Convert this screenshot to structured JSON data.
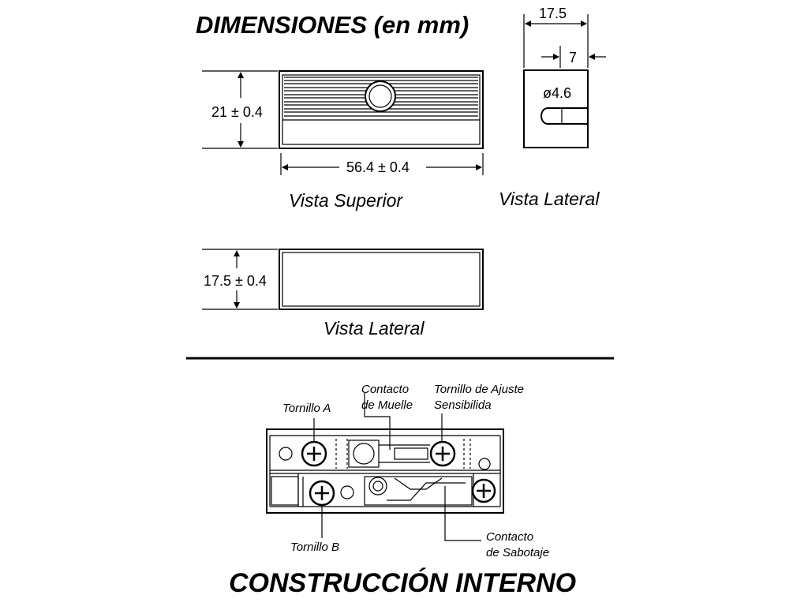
{
  "headings": {
    "dimensions": "DIMENSIONES (en mm)",
    "construction": "CONSTRUCCIÓN INTERNO"
  },
  "views": {
    "top": "Vista Superior",
    "side_right": "Vista Lateral",
    "side_bottom": "Vista Lateral"
  },
  "dimensions": {
    "height_top": "21 ± 0.4",
    "length": "56.4 ± 0.4",
    "height_side": "17.5 ± 0.4",
    "width": "17.5",
    "hole_offset": "7",
    "hole_diameter": "ø4.6"
  },
  "callouts": {
    "screw_a": "Tornillo A",
    "spring_contact_1": "Contacto",
    "spring_contact_2": "de Muelle",
    "adjust_screw_1": "Tornillo de Ajuste",
    "adjust_screw_2": "Sensibilida",
    "screw_b": "Tornillo B",
    "tamper_contact_1": "Contacto",
    "tamper_contact_2": "de Sabotaje"
  }
}
